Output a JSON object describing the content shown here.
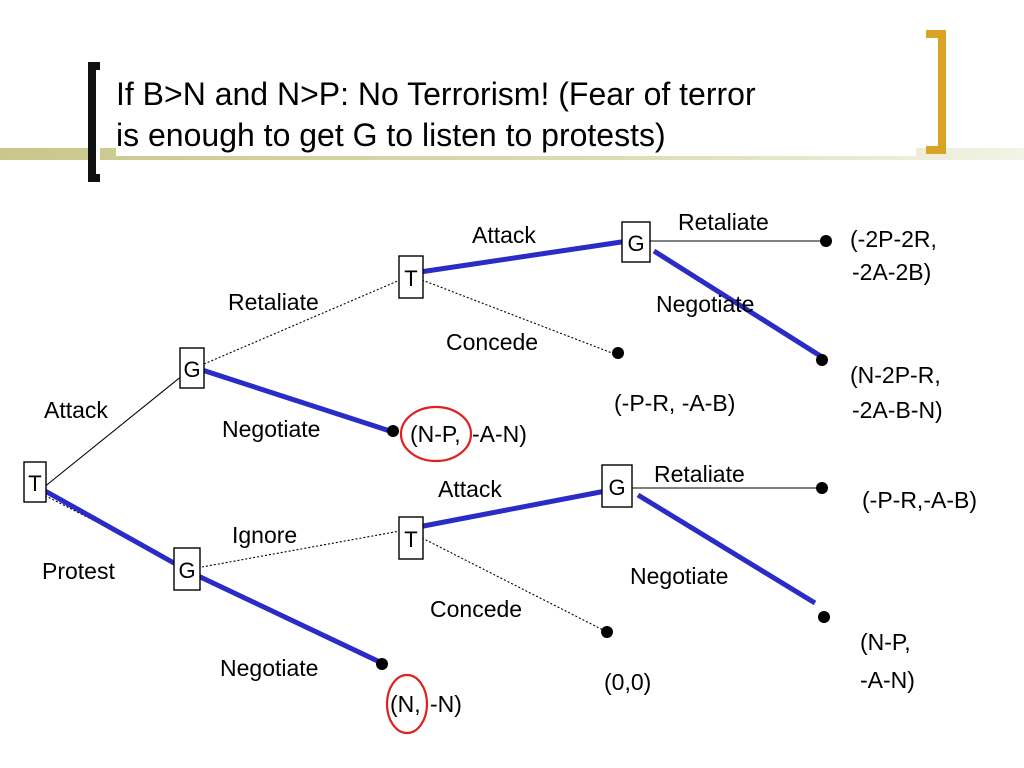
{
  "title": {
    "line1": "If B>N and N>P: No Terrorism! (Fear of terror",
    "line2": "is enough to get G to listen to protests)"
  },
  "nodes": {
    "root": "T",
    "g_attack": "G",
    "g_protest": "G",
    "t_retaliate": "T",
    "t_ignore": "T",
    "g_top": "G",
    "g_bottom": "G"
  },
  "edges": {
    "root_attack": "Attack",
    "root_protest": "Protest",
    "g1_retaliate": "Retaliate",
    "g1_negotiate": "Negotiate",
    "g2_ignore": "Ignore",
    "g2_negotiate": "Negotiate",
    "t1_attack": "Attack",
    "t1_concede": "Concede",
    "t2_attack": "Attack",
    "t2_concede": "Concede",
    "g3_retaliate": "Retaliate",
    "g3_negotiate": "Negotiate",
    "g4_retaliate": "Retaliate",
    "g4_negotiate": "Negotiate"
  },
  "payoffs": {
    "top_retaliate_l1": "(-2P-2R,",
    "top_retaliate_l2": "-2A-2B)",
    "top_negotiate_l1": "(N-2P-R,",
    "top_negotiate_l2": "-2A-B-N)",
    "top_concede": "(-P-R, -A-B)",
    "g1_negotiate_circled": "(N-P,",
    "g1_negotiate_rest": "-A-N)",
    "bottom_retaliate": "(-P-R,-A-B)",
    "bottom_negotiate_l1": "(N-P,",
    "bottom_negotiate_l2": "-A-N)",
    "bottom_concede": "(0,0)",
    "g2_negotiate_circled": "(N,",
    "g2_negotiate_rest": "-N)"
  },
  "colors": {
    "equilibrium_path": "#2b2bc8",
    "highlight_circle": "#e02020",
    "left_bracket": "#111111",
    "right_bracket": "#d9a424",
    "title_bar": "#c9c78a"
  }
}
